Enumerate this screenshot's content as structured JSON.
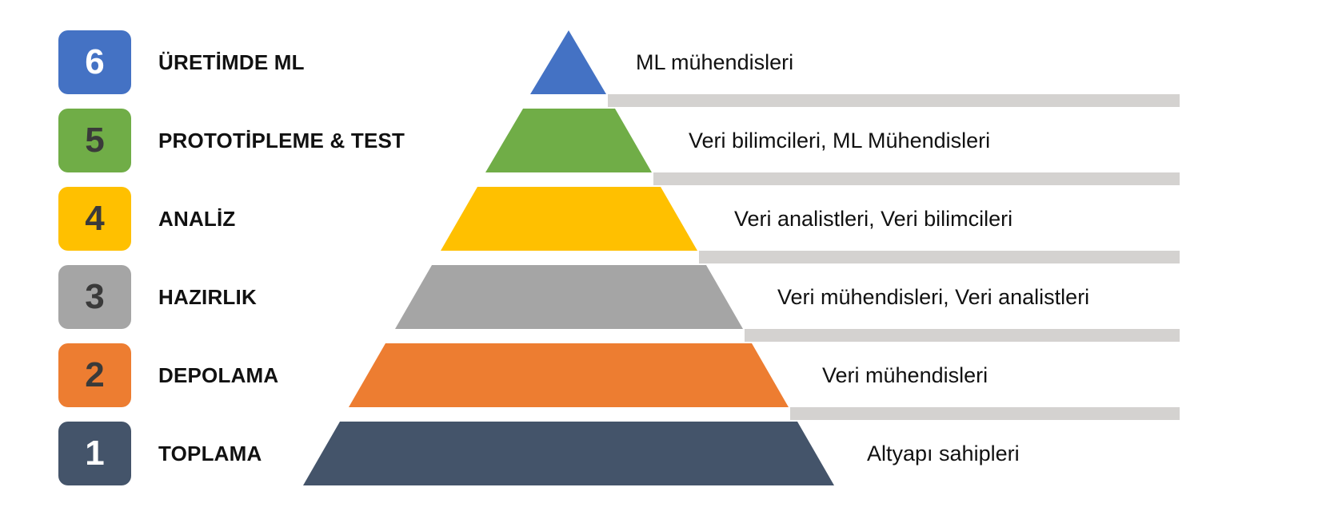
{
  "diagram": {
    "type": "pyramid",
    "stages": [
      {
        "number": "6",
        "title": "ÜRETİMDE ML",
        "roles": "ML mühendisleri",
        "color": "#4472c4",
        "number_color": "#ffffff"
      },
      {
        "number": "5",
        "title": "PROTOTİPLEME & TEST",
        "roles": "Veri bilimcileri, ML Mühendisleri",
        "color": "#70ad47",
        "number_color": "#3a3a3a"
      },
      {
        "number": "4",
        "title": "ANALİZ",
        "roles": "Veri analistleri, Veri bilimcileri",
        "color": "#ffc000",
        "number_color": "#3a3a3a"
      },
      {
        "number": "3",
        "title": "HAZIRLIK",
        "roles": "Veri mühendisleri, Veri analistleri",
        "color": "#a5a5a5",
        "number_color": "#3a3a3a"
      },
      {
        "number": "2",
        "title": "DEPOLAMA",
        "roles": "Veri mühendisleri",
        "color": "#ed7d31",
        "number_color": "#3a3a3a"
      },
      {
        "number": "1",
        "title": "TOPLAMA",
        "roles": "Altyapı sahipleri",
        "color": "#44546a",
        "number_color": "#ffffff"
      }
    ],
    "separator_color": "#d4d2d0"
  }
}
